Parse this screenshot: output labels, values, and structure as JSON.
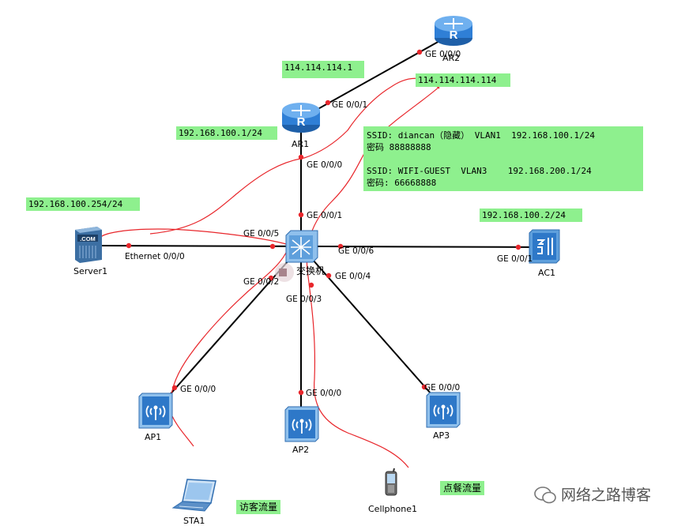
{
  "devices": {
    "ar2": {
      "name": "AR2",
      "glyph": "R"
    },
    "ar1": {
      "name": "AR1",
      "glyph": "R"
    },
    "switch": {
      "name": "交换机"
    },
    "server1": {
      "name": "Server1",
      "screen": ".COM"
    },
    "ac1": {
      "name": "AC1"
    },
    "ap1": {
      "name": "AP1"
    },
    "ap2": {
      "name": "AP2"
    },
    "ap3": {
      "name": "AP3"
    },
    "sta1": {
      "name": "STA1"
    },
    "cellphone1": {
      "name": "Cellphone1"
    }
  },
  "ports": {
    "ar2_ge000": "GE 0/0/0",
    "ar1_ge001": "GE 0/0/1",
    "ar1_ge000": "GE 0/0/0",
    "sw_ge001": "GE 0/0/1",
    "sw_ge005": "GE 0/0/5",
    "sw_ge006": "GE 0/0/6",
    "sw_ge002": "GE 0/0/2",
    "sw_ge003": "GE 0/0/3",
    "sw_ge004": "GE 0/0/4",
    "server_eth": "Ethernet 0/0/0",
    "ac_ge001": "GE 0/0/1",
    "ap1_ge000": "GE 0/0/0",
    "ap2_ge000": "GE 0/0/0",
    "ap3_ge000": "GE 0/0/0"
  },
  "ip_labels": {
    "ar1_public": "114.114.114.1",
    "ar2_public": "114.114.114.114",
    "ar1_lan": "192.168.100.1/24",
    "server": "192.168.100.254/24",
    "ac": "192.168.100.2/24"
  },
  "wlan_note": {
    "line1": "SSID: diancan（隐藏） VLAN1  192.168.100.1/24",
    "line2": "密码 88888888",
    "line3": "",
    "line4": "SSID: WIFI-GUEST  VLAN3    192.168.200.1/24",
    "line5": "密码: 66668888"
  },
  "captions": {
    "guest_flow": "访客流量",
    "order_flow": "点餐流量"
  },
  "watermark": "网络之路博客",
  "colors": {
    "label_bg": "#8ef08e",
    "annotation_red": "#e8262b",
    "port_dot": "#e8262b",
    "router_blue": "#2f7fd6",
    "ap_blue": "#2e78c8"
  }
}
